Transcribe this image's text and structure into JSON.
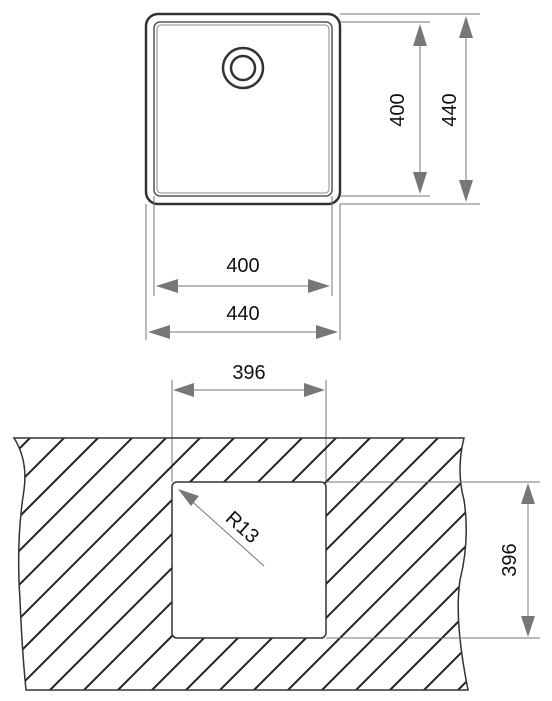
{
  "dimensions": {
    "top_inner_width": "400",
    "top_outer_width": "440",
    "top_inner_height": "400",
    "top_outer_height": "440",
    "cutout_width": "396",
    "cutout_height": "396",
    "corner_radius": "R13"
  },
  "colors": {
    "line": "#555555",
    "hatch": "#222222",
    "background": "#ffffff"
  }
}
